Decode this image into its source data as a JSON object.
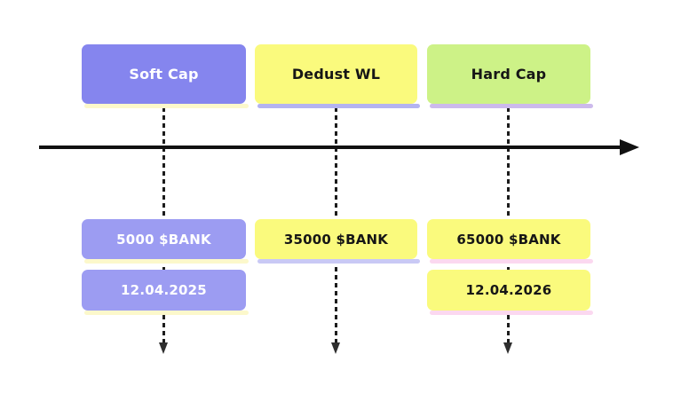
{
  "diagram_type": "timeline",
  "columns": [
    {
      "id": "soft-cap",
      "header": "Soft Cap",
      "amount": "5000 $BANK",
      "date": "12.04.2025",
      "box_color": "#8585ee",
      "value_box_color": "#9c9cf2",
      "text_color": "#ffffff",
      "shadow_color": "#fcf8cb"
    },
    {
      "id": "dedust-wl",
      "header": "Dedust WL",
      "amount": "35000 $BANK",
      "date": null,
      "box_color": "#fafa7d",
      "value_box_color": "#fafa7d",
      "text_color": "#161616",
      "shadow_color": "#b3b3f1"
    },
    {
      "id": "hard-cap",
      "header": "Hard Cap",
      "amount": "65000 $BANK",
      "date": "12.04.2026",
      "box_color": "#cdf287",
      "value_box_color": "#fafa7d",
      "text_color": "#161616",
      "shadow_color": "#fbd8f0"
    }
  ],
  "timeline": {
    "axis_color": "#111111",
    "connector_color": "#1c1c1c",
    "direction": "left-to-right"
  },
  "background_color": "#ffffff"
}
